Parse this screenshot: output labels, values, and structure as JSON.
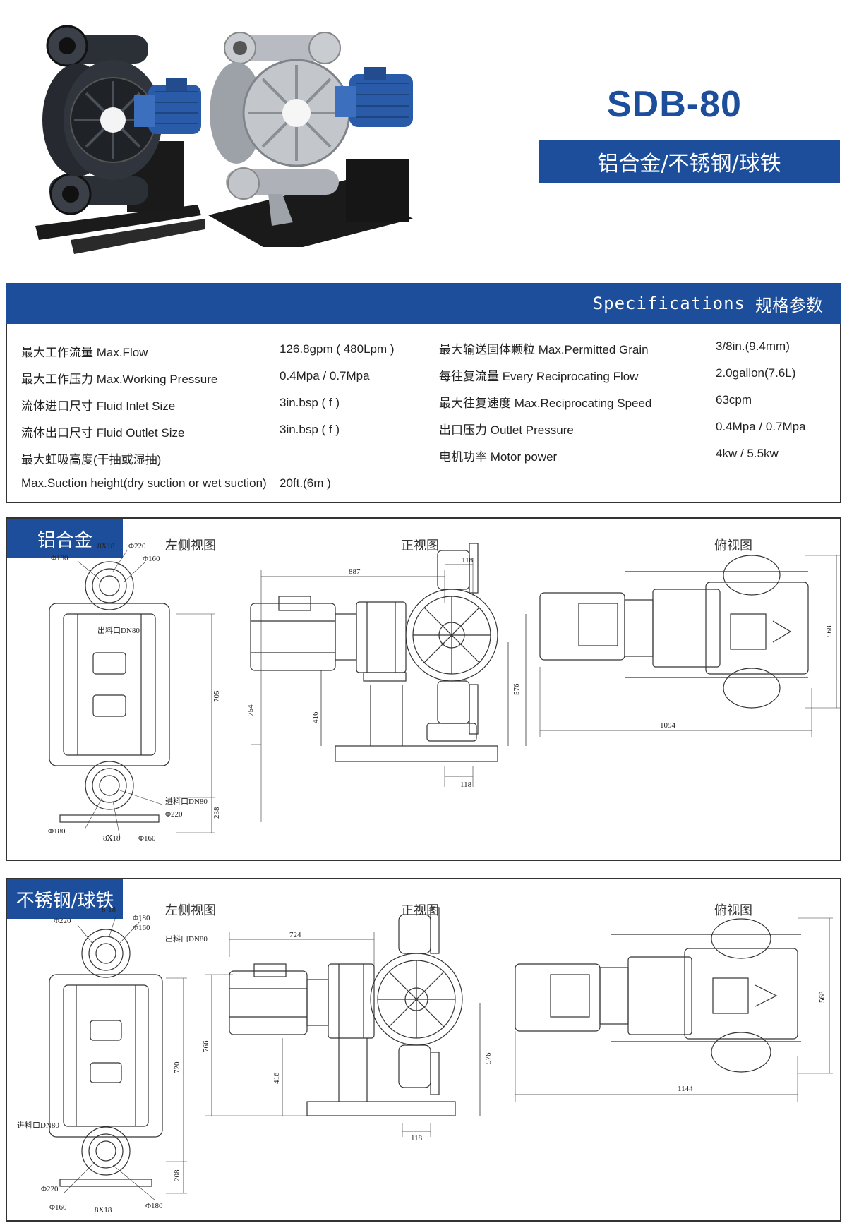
{
  "header": {
    "model": "SDB-80",
    "materials": "铝合金/不锈钢/球铁"
  },
  "specs": {
    "title_en": "Specifications",
    "title_cn": "规格参数",
    "left": [
      {
        "label": "最大工作流量 Max.Flow",
        "value": "126.8gpm ( 480Lpm )"
      },
      {
        "label": "最大工作压力 Max.Working Pressure",
        "value": "0.4Mpa / 0.7Mpa"
      },
      {
        "label": "流体进口尺寸 Fluid Inlet Size",
        "value": "3in.bsp ( f )"
      },
      {
        "label": "流体出口尺寸 Fluid Outlet Size",
        "value": "3in.bsp ( f )"
      },
      {
        "label": "最大虹吸高度(干抽或湿抽)",
        "value": ""
      },
      {
        "label": "Max.Suction height(dry suction or wet suction)",
        "value": "20ft.(6m )"
      }
    ],
    "right": [
      {
        "label": "最大输送固体颗粒 Max.Permitted Grain",
        "value": "3/8in.(9.4mm)"
      },
      {
        "label": "每往复流量 Every Reciprocating Flow",
        "value": "2.0gallon(7.6L)"
      },
      {
        "label": "最大往复速度 Max.Reciprocating Speed",
        "value": "63cpm"
      },
      {
        "label": "出口压力 Outlet Pressure",
        "value": "0.4Mpa / 0.7Mpa"
      },
      {
        "label": "电机功率 Motor power",
        "value": "4kw / 5.5kw"
      }
    ]
  },
  "panels": [
    {
      "tag": "铝合金",
      "views": [
        "左侧视图",
        "正视图",
        "俯视图"
      ],
      "dims": {
        "d180_top": "Φ180",
        "d220_top": "Φ220",
        "d160_top": "Φ160",
        "bolt_top": "8Ⅹ18",
        "outlet": "出料口DN80",
        "inlet": "进料口DN80",
        "d220_bot": "Φ220",
        "d180_bot": "Φ180",
        "bolt_bot": "8Ⅹ18",
        "d160_bot": "Φ160",
        "h705": "705",
        "h238": "238",
        "w887": "887",
        "w118_top": "118",
        "h754": "754",
        "h416": "416",
        "h576": "576",
        "w118_bot": "118",
        "w1094": "1094",
        "h568": "568"
      }
    },
    {
      "tag": "不锈钢/球铁",
      "views": [
        "左侧视图",
        "正视图",
        "俯视图"
      ],
      "dims": {
        "d220_top": "Φ220",
        "bolt_top": "8-18",
        "d180_top": "Φ180",
        "d160_top": "Φ160",
        "outlet": "出料口DN80",
        "inlet": "进料口DN80",
        "d220_bot": "Φ220",
        "d160_bot": "Φ160",
        "bolt_bot": "8Ⅹ18",
        "d180_bot": "Φ180",
        "h720": "720",
        "h208": "208",
        "w724": "724",
        "h766": "766",
        "h416": "416",
        "h576": "576",
        "w118_bot": "118",
        "w1144": "1144",
        "h568": "568"
      }
    }
  ]
}
